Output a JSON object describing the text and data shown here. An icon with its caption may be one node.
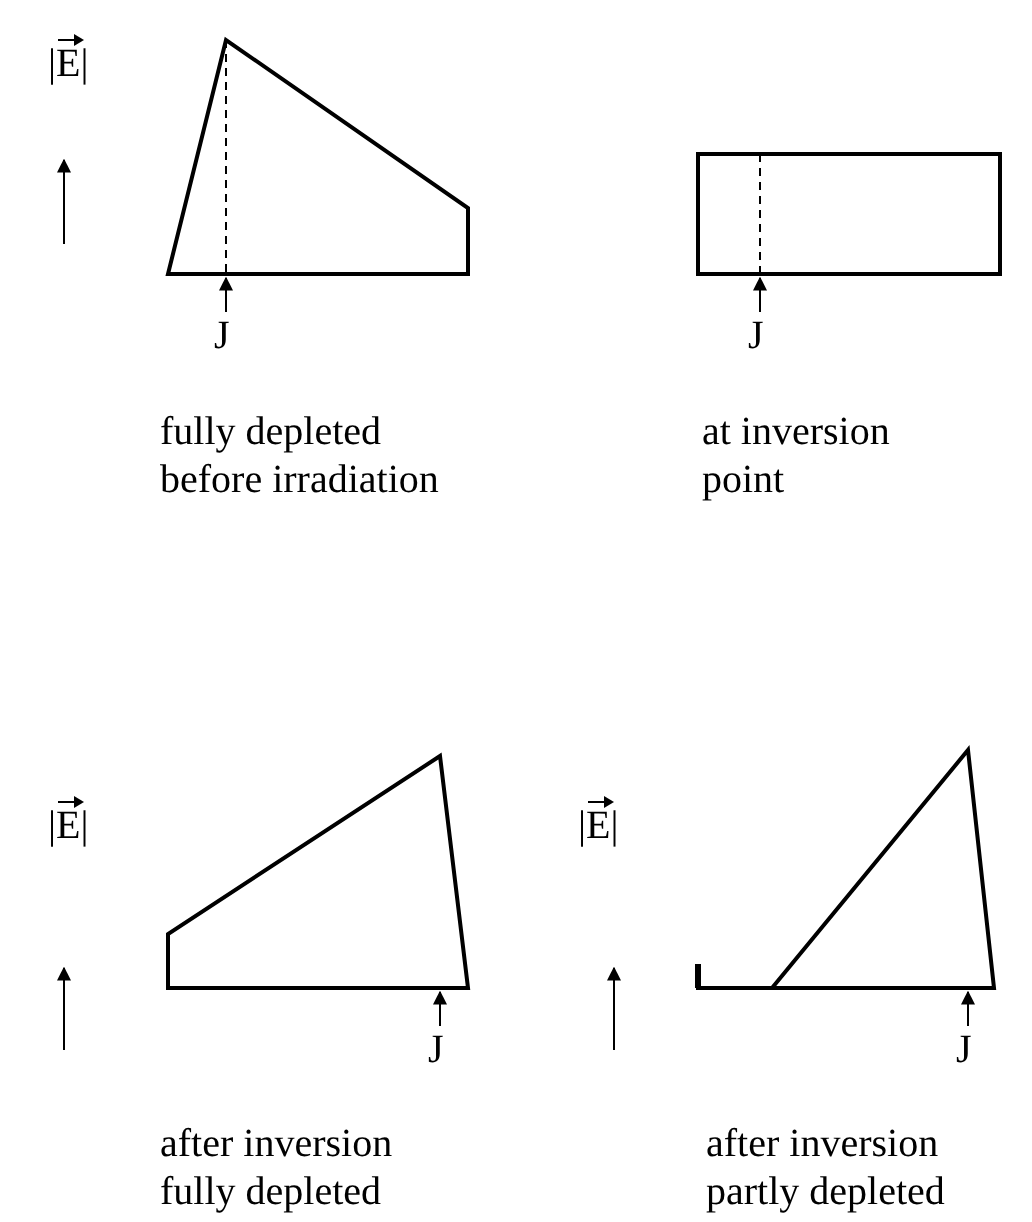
{
  "diagram": {
    "nodes": [
      {
        "text": [],
        "shape": "polygon"
      },
      {
        "text": [],
        "shape": "box"
      },
      {
        "text": [
          "J"
        ]
      },
      {
        "text": [
          "J"
        ]
      },
      {
        "text": [],
        "shape": "polygon"
      },
      {
        "text": [],
        "shape": "triangle"
      },
      {
        "text": [
          "J"
        ]
      },
      {
        "text": [
          "J"
        ]
      }
    ],
    "edges": [
      {
        "from": 2,
        "to": 0,
        "arrow": "to"
      },
      {
        "from": 3,
        "to": 1,
        "arrow": "to"
      },
      {
        "from": 6,
        "to": 4,
        "arrow": "to"
      },
      {
        "from": 7,
        "to": 5,
        "arrow": "to"
      }
    ],
    "labels": [
      "|E|",
      "fully depleted before irradiation",
      "at inversion point",
      "|E|",
      "|E|",
      "after inversion fully depleted",
      "after inversion partly depleted"
    ]
  }
}
